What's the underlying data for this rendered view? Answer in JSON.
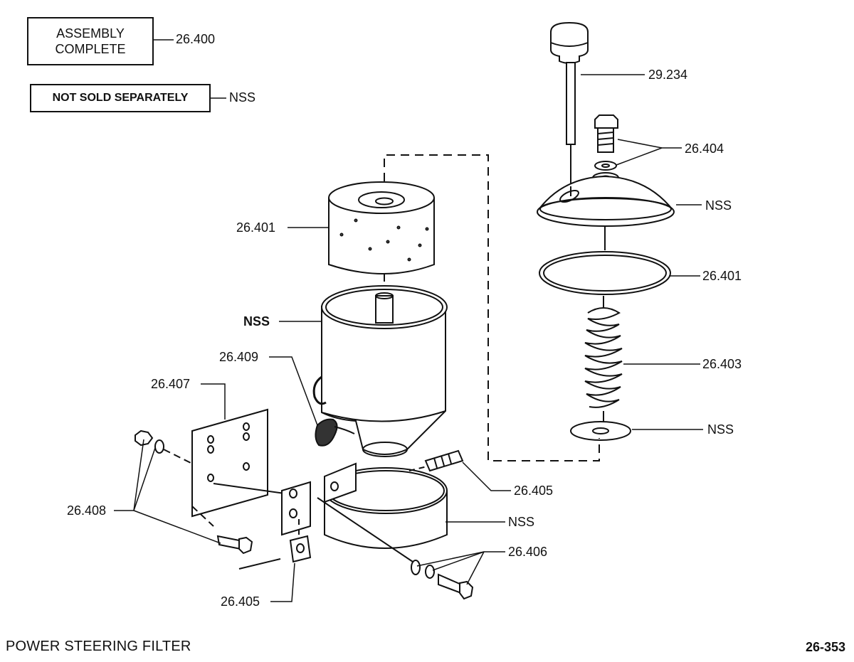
{
  "legend": {
    "assembly_complete": "ASSEMBLY COMPLETE",
    "assembly_code": "26.400",
    "not_sold_separately": "NOT SOLD SEPARATELY",
    "nss_code": "NSS"
  },
  "callouts": {
    "dipstick": "29.234",
    "bolt_washer": "26.404",
    "cover": "NSS",
    "gasket": "26.401",
    "spring": "26.403",
    "spring_seat": "NSS",
    "filter_element": "26.401",
    "canister": "NSS",
    "hose_clip": "26.409",
    "mounting_plate": "26.407",
    "plate_hardware": "26.408",
    "stud": "26.405",
    "clamp_band": "NSS",
    "clamp_hardware": "26.406",
    "nut_plate": "26.405"
  },
  "footer": {
    "title": "POWER STEERING FILTER",
    "page_number": "26-353"
  }
}
